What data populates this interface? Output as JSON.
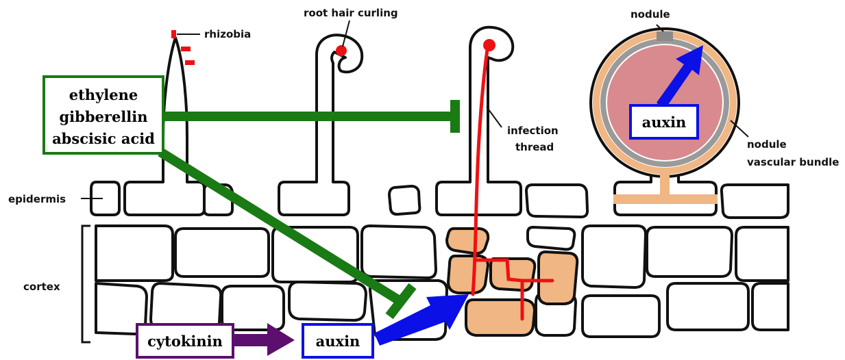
{
  "labels": {
    "rhizobia": "rhizobia",
    "root_hair_curling": "root  hair curling",
    "nodule": "nodule",
    "infection_thread_1": "infection",
    "infection_thread_2": "thread",
    "nodule_vascular_bundle_1": "nodule",
    "nodule_vascular_bundle_2": "vascular bundle",
    "epidermis": "epidermis",
    "cortex": "cortex"
  },
  "boxes": {
    "hormones": [
      "ethylene",
      "gibberellin",
      "abscisic acid"
    ],
    "cytokinin": "cytokinin",
    "auxin_cortex": "auxin",
    "auxin_nodule": "auxin"
  },
  "colors": {
    "inhibitor_green": "#1a7a14",
    "auxin_blue": "#0a10e6",
    "cytokinin_purple": "#5c0f6e",
    "infection_red": "#ee1111",
    "dividing_cell_fill": "#f0b683",
    "nodule_tissue": "#d98a8e",
    "outline": "#111111"
  }
}
